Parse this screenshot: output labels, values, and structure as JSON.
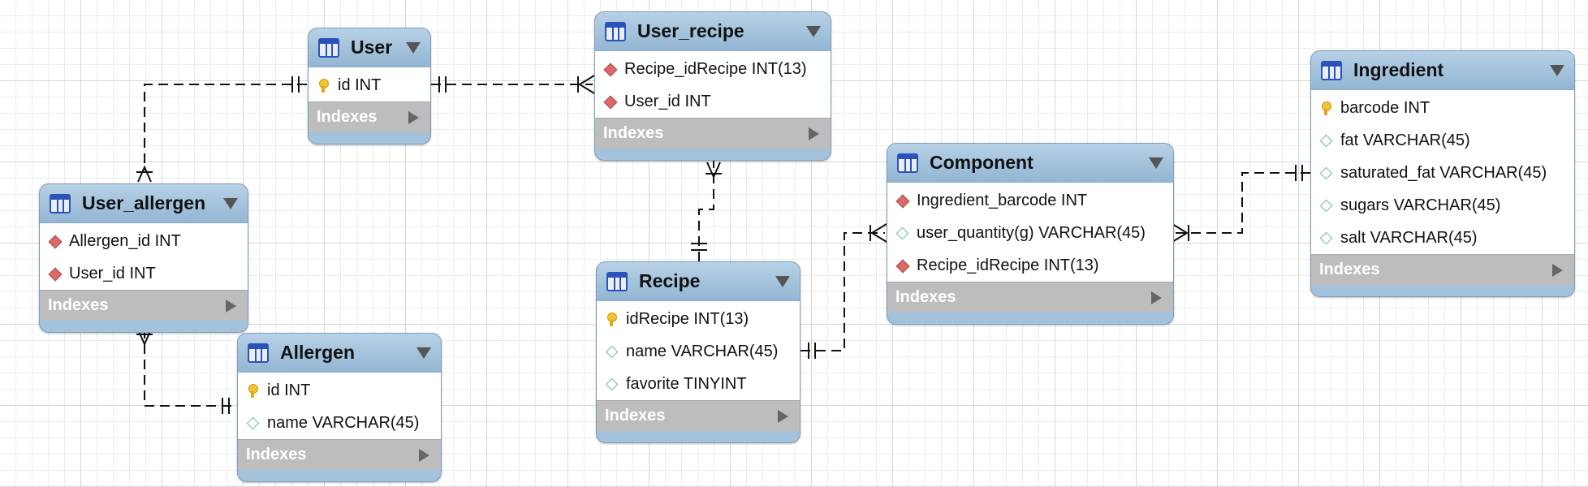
{
  "indexes_label": "Indexes",
  "tables": [
    {
      "id": "user",
      "title": "User",
      "columns": [
        {
          "name": "id INT",
          "kind": "primary-key"
        }
      ]
    },
    {
      "id": "user_recipe",
      "title": "User_recipe",
      "columns": [
        {
          "name": "Recipe_idRecipe INT(13)",
          "kind": "foreign-key"
        },
        {
          "name": "User_id INT",
          "kind": "foreign-key"
        }
      ]
    },
    {
      "id": "ingredient",
      "title": "Ingredient",
      "columns": [
        {
          "name": "barcode INT",
          "kind": "primary-key"
        },
        {
          "name": "fat VARCHAR(45)",
          "kind": "column"
        },
        {
          "name": "saturated_fat VARCHAR(45)",
          "kind": "column"
        },
        {
          "name": "sugars VARCHAR(45)",
          "kind": "column"
        },
        {
          "name": "salt VARCHAR(45)",
          "kind": "column"
        }
      ]
    },
    {
      "id": "component",
      "title": "Component",
      "columns": [
        {
          "name": "Ingredient_barcode INT",
          "kind": "foreign-key"
        },
        {
          "name": "user_quantity(g) VARCHAR(45)",
          "kind": "column"
        },
        {
          "name": "Recipe_idRecipe INT(13)",
          "kind": "foreign-key"
        }
      ]
    },
    {
      "id": "user_allergen",
      "title": "User_allergen",
      "columns": [
        {
          "name": "Allergen_id INT",
          "kind": "foreign-key"
        },
        {
          "name": "User_id INT",
          "kind": "foreign-key"
        }
      ]
    },
    {
      "id": "recipe",
      "title": "Recipe",
      "columns": [
        {
          "name": "idRecipe INT(13)",
          "kind": "primary-key"
        },
        {
          "name": "name VARCHAR(45)",
          "kind": "column"
        },
        {
          "name": "favorite TINYINT",
          "kind": "column"
        }
      ]
    },
    {
      "id": "allergen",
      "title": "Allergen",
      "columns": [
        {
          "name": "id INT",
          "kind": "primary-key"
        },
        {
          "name": "name VARCHAR(45)",
          "kind": "column"
        }
      ]
    }
  ],
  "relationships": [
    {
      "from": "user",
      "to": "user_allergen",
      "from_cardinality": "one",
      "to_cardinality": "many"
    },
    {
      "from": "user",
      "to": "user_recipe",
      "from_cardinality": "one",
      "to_cardinality": "many"
    },
    {
      "from": "recipe",
      "to": "user_recipe",
      "from_cardinality": "one",
      "to_cardinality": "many"
    },
    {
      "from": "allergen",
      "to": "user_allergen",
      "from_cardinality": "one",
      "to_cardinality": "many"
    },
    {
      "from": "recipe",
      "to": "component",
      "from_cardinality": "one",
      "to_cardinality": "many"
    },
    {
      "from": "ingredient",
      "to": "component",
      "from_cardinality": "one",
      "to_cardinality": "many"
    }
  ]
}
